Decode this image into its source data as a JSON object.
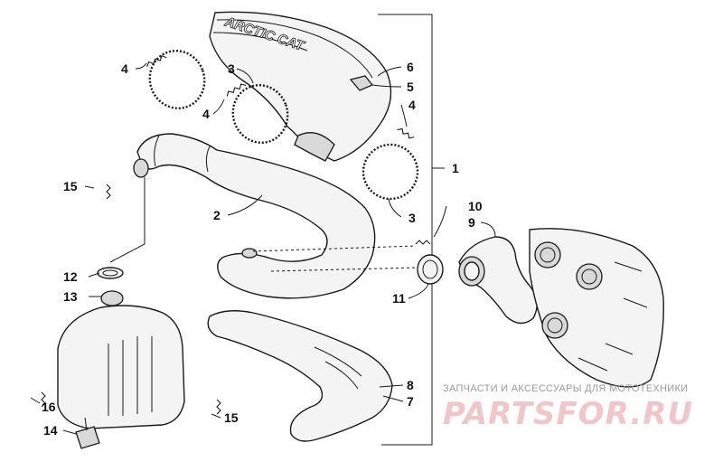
{
  "diagram": {
    "callouts": [
      {
        "id": "c1",
        "label": "1"
      },
      {
        "id": "c2",
        "label": "2"
      },
      {
        "id": "c3a",
        "label": "3"
      },
      {
        "id": "c3b",
        "label": "3"
      },
      {
        "id": "c4a",
        "label": "4"
      },
      {
        "id": "c4b",
        "label": "4"
      },
      {
        "id": "c4c",
        "label": "4"
      },
      {
        "id": "c5",
        "label": "5"
      },
      {
        "id": "c6",
        "label": "6"
      },
      {
        "id": "c7",
        "label": "7"
      },
      {
        "id": "c8",
        "label": "8"
      },
      {
        "id": "c9",
        "label": "9"
      },
      {
        "id": "c10",
        "label": "10"
      },
      {
        "id": "c11",
        "label": "11"
      },
      {
        "id": "c12",
        "label": "12"
      },
      {
        "id": "c13",
        "label": "13"
      },
      {
        "id": "c14",
        "label": "14"
      },
      {
        "id": "c15a",
        "label": "15"
      },
      {
        "id": "c15b",
        "label": "15"
      },
      {
        "id": "c16",
        "label": "16"
      }
    ],
    "shield_text": "ARCTIC CAT"
  },
  "watermark": {
    "subtitle": "ЗАПЧАСТИ И АКСЕССУАРЫ ДЛЯ МОТОТЕХНИКИ",
    "logo": "PARTSFOR.RU",
    "color": "#f1c6c8"
  }
}
